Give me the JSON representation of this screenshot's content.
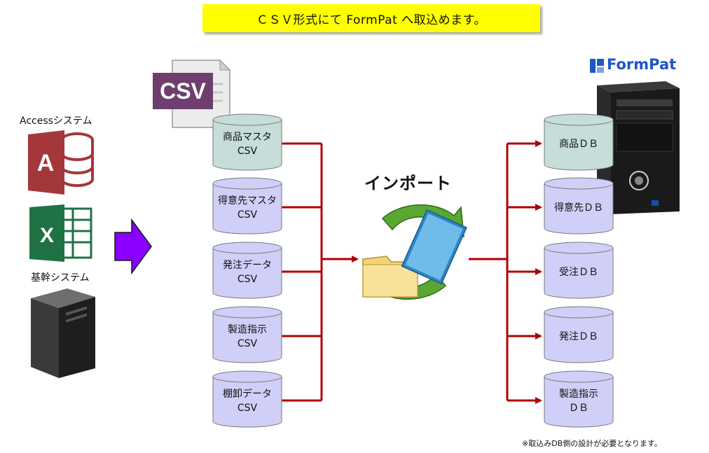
{
  "title": "ＣＳＶ形式にて FormPat へ取込めます。",
  "sources": {
    "access_label": "Accessシステム",
    "core_label": "基幹システム"
  },
  "csv_badge": "CSV",
  "csv_files": [
    {
      "line1": "商品マスタ",
      "line2": "CSV"
    },
    {
      "line1": "得意先マスタ",
      "line2": "CSV"
    },
    {
      "line1": "発注データ",
      "line2": "CSV"
    },
    {
      "line1": "製造指示",
      "line2": "CSV"
    },
    {
      "line1": "棚卸データ",
      "line2": "CSV"
    }
  ],
  "import_label": "インポート",
  "brand": "FormPat",
  "databases": [
    {
      "line1": "商品ＤＢ",
      "line2": ""
    },
    {
      "line1": "得意先ＤＢ",
      "line2": ""
    },
    {
      "line1": "受注ＤＢ",
      "line2": ""
    },
    {
      "line1": "発注ＤＢ",
      "line2": ""
    },
    {
      "line1": "製造指示",
      "line2": "ＤＢ"
    }
  ],
  "footnote": "※取込みDB側の設計が必要となります。",
  "colors": {
    "banner": "#ffff00",
    "csv_cylinder": "#cfcff8",
    "first_cylinder": "#c6ddd9",
    "connector": "#b00000",
    "arrow": "#8a00ff",
    "brand": "#1f56c7",
    "csv_badge": "#6e3f6e"
  }
}
